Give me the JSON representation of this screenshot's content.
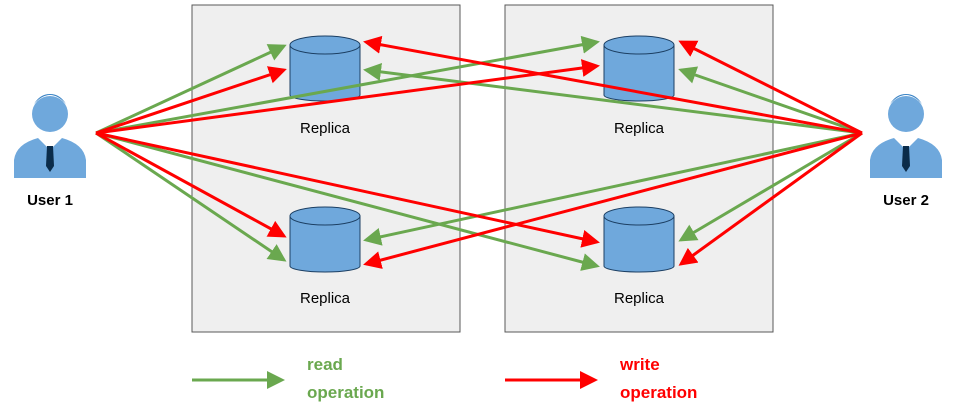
{
  "users": {
    "left": {
      "label": "User 1"
    },
    "right": {
      "label": "User 2"
    }
  },
  "replicas": [
    {
      "label": "Replica"
    },
    {
      "label": "Replica"
    },
    {
      "label": "Replica"
    },
    {
      "label": "Replica"
    }
  ],
  "legend": {
    "read": {
      "line1": "read",
      "line2": "operation"
    },
    "write": {
      "line1": "write",
      "line2": "operation"
    }
  },
  "colors": {
    "read": "#6aa84f",
    "write": "#ff0000",
    "replica_fill": "#6fa8dc",
    "replica_stroke": "#1c3f63",
    "cluster_fill": "#efefef",
    "cluster_stroke": "#595959",
    "user": "#6fa8dc"
  }
}
